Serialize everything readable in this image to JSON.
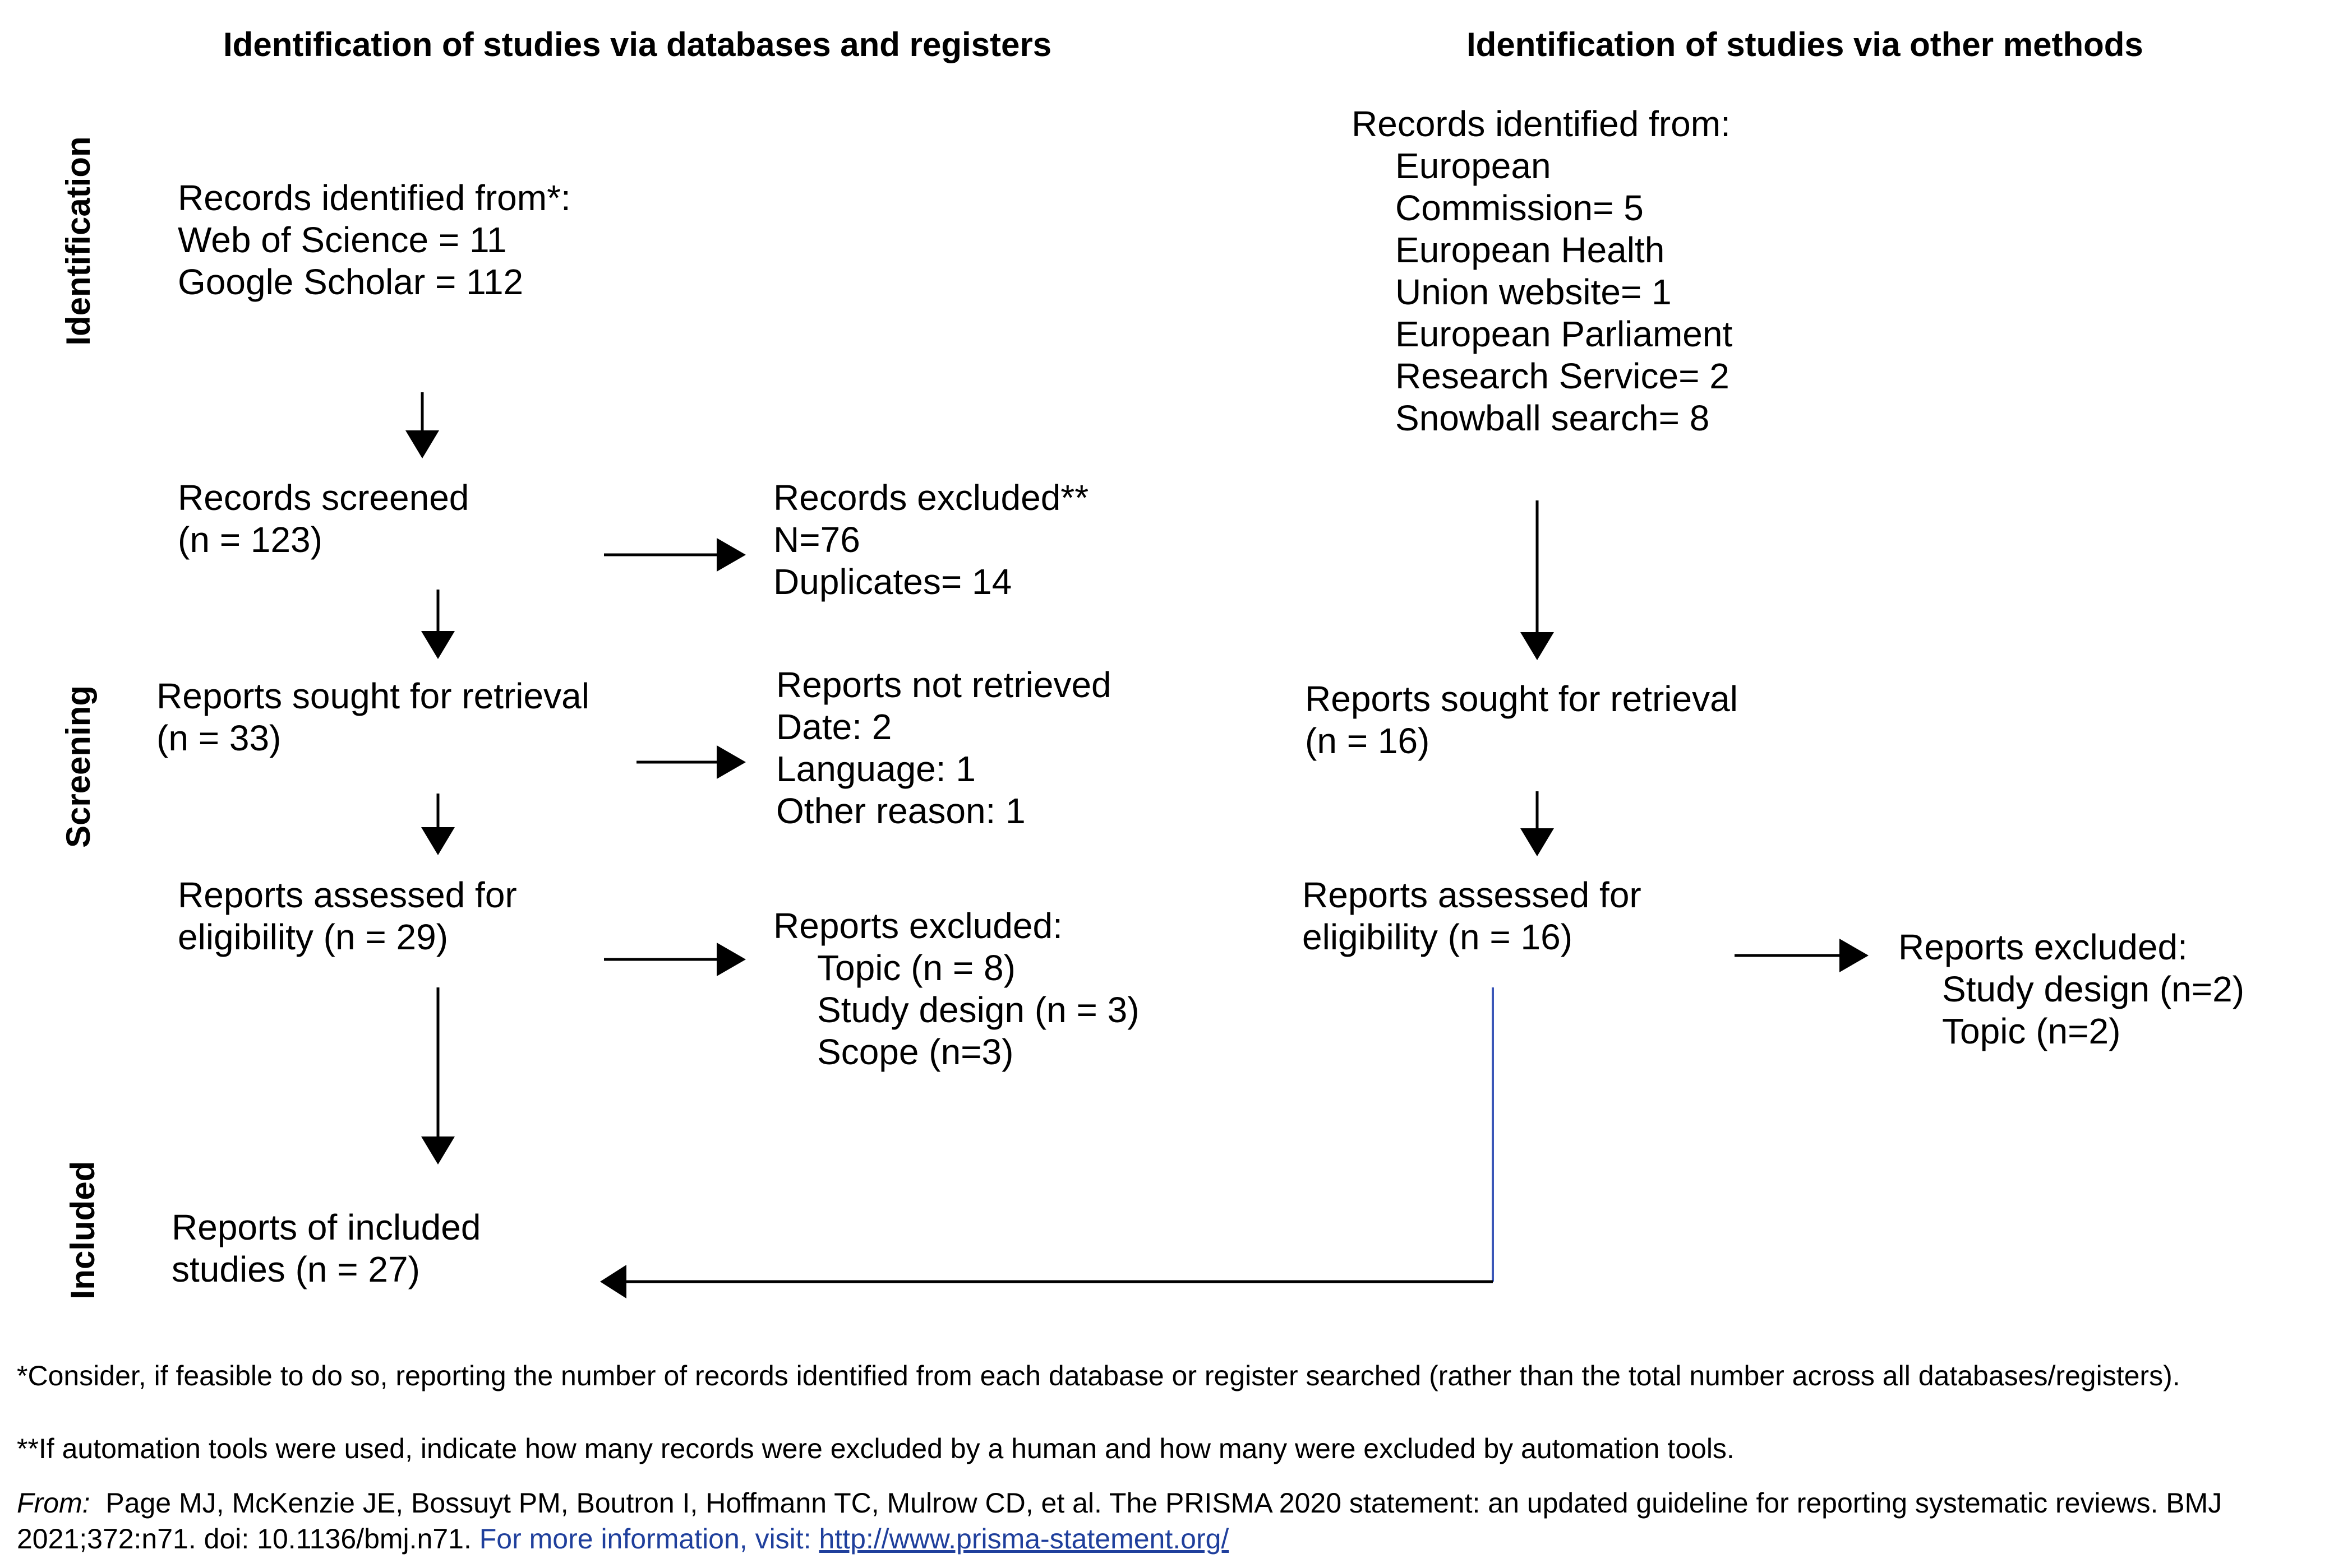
{
  "headings": {
    "databases": "Identification of studies via databases and registers",
    "other": "Identification of studies via other methods"
  },
  "phases": {
    "identification": "Identification",
    "screening": "Screening",
    "included": "Included"
  },
  "left": {
    "identified": {
      "title": "Records identified from*:",
      "lines": [
        "Web of Science = 11",
        "Google Scholar = 112"
      ]
    },
    "screened": [
      "Records screened",
      "(n = 123)"
    ],
    "excluded": [
      "Records excluded**",
      "N=76",
      "Duplicates= 14"
    ],
    "sought": [
      "Reports sought for retrieval",
      "(n =  33)"
    ],
    "not_retrieved": [
      "Reports not retrieved",
      "Date: 2",
      "Language: 1",
      "Other reason: 1"
    ],
    "assessed": [
      "Reports assessed for",
      "eligibility (n = 29)"
    ],
    "reports_excluded": {
      "title": "Reports excluded:",
      "lines": [
        "Topic (n = 8)",
        "Study design (n = 3)",
        "Scope (n=3)"
      ]
    },
    "included": [
      "Reports of included",
      "studies (n = 27)"
    ]
  },
  "right": {
    "identified": {
      "title": "Records identified from:",
      "lines": [
        "European",
        "Commission= 5",
        "European Health",
        "Union website= 1",
        "European Parliament",
        "Research Service= 2",
        "Snowball search= 8"
      ]
    },
    "sought": [
      "Reports sought for retrieval",
      "(n = 16)"
    ],
    "assessed": [
      "Reports assessed for",
      "eligibility (n = 16)"
    ],
    "reports_excluded": {
      "title": "Reports excluded:",
      "lines": [
        "Study design (n=2)",
        "Topic (n=2)"
      ]
    }
  },
  "footnotes": {
    "note1": "*Consider, if feasible to do so, reporting the number of records identified from each database or register searched (rather than the total number across all databases/registers).",
    "note2": "**If automation tools were used, indicate how many records were excluded by a human and how many were excluded by automation tools.",
    "from_label": "From:",
    "citation": "Page MJ, McKenzie JE, Bossuyt PM, Boutron I, Hoffmann TC, Mulrow CD, et al. The PRISMA 2020 statement: an updated guideline for reporting systematic reviews. BMJ 2021;372:n71. doi: 10.1136/bmj.n71.",
    "more_info": "For more information, visit:",
    "link": "http://www.prisma-statement.org/"
  },
  "colors": {
    "line": "#000000",
    "blue_line": "#3a56b8",
    "link": "#1f3f9c"
  }
}
